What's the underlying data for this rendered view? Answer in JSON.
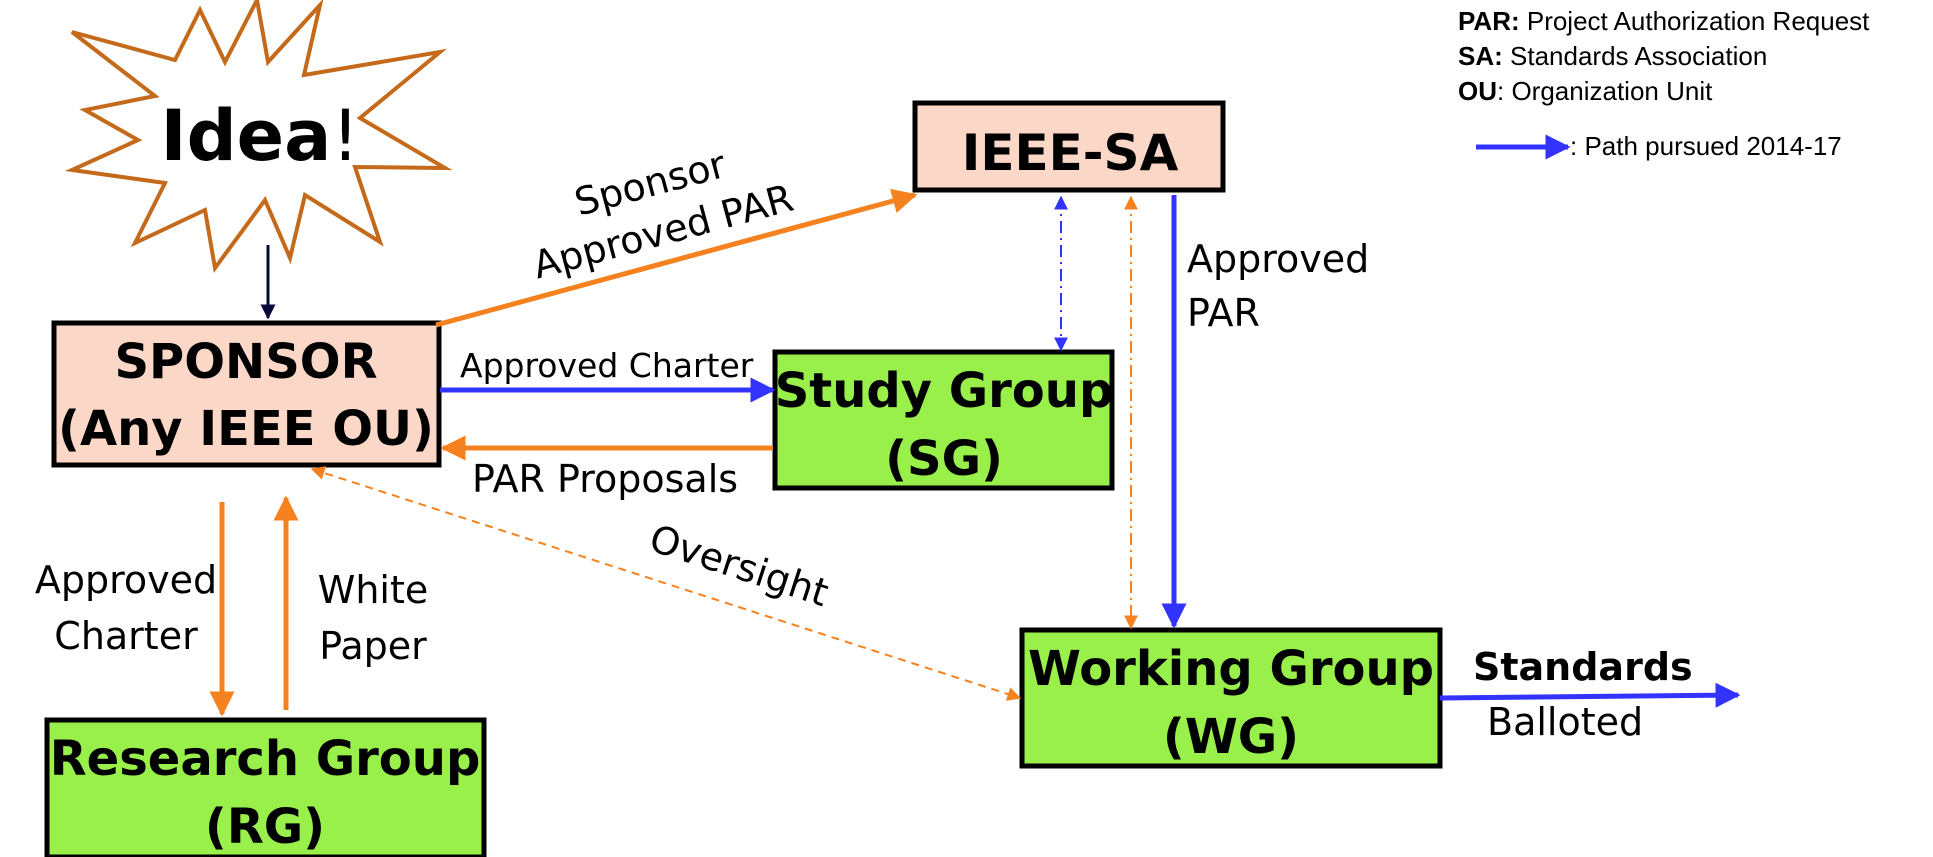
{
  "colors": {
    "orange": "#f5821f",
    "blue": "#3333ff",
    "navy": "#0a0a3a",
    "star_stroke": "#c46a1a",
    "pink": "#fbd7c7",
    "green": "#99f04a"
  },
  "idea": {
    "word": "Idea",
    "bang": "!"
  },
  "nodes": {
    "ieee_sa": "IEEE-SA",
    "sponsor": {
      "line1": "SPONSOR",
      "line2": "(Any IEEE OU)"
    },
    "study_group": {
      "line1": "Study Group",
      "line2": "(SG)"
    },
    "research_group": {
      "line1": "Research Group",
      "line2": "(RG)"
    },
    "working_group": {
      "line1": "Working Group",
      "line2": "(WG)"
    }
  },
  "edges": {
    "sponsor_approved_par": {
      "line1": "Sponsor",
      "line2": "Approved PAR"
    },
    "approved_charter_sg": "Approved Charter",
    "par_proposals": "PAR Proposals",
    "approved_par_wg": {
      "line1": "Approved",
      "line2": "PAR"
    },
    "oversight": "Oversight",
    "approved_charter_rg": {
      "line1": "Approved",
      "line2": "Charter"
    },
    "white_paper": {
      "line1": "White",
      "line2": "Paper"
    },
    "standards": {
      "line1": "Standards",
      "line2": "Balloted"
    }
  },
  "legend": {
    "par": {
      "abbr": "PAR:",
      "text": " Project Authorization Request"
    },
    "sa": {
      "abbr": "SA:",
      "text": " Standards Association"
    },
    "ou": {
      "abbr": "OU",
      "text": ": Organization Unit"
    },
    "path": ": Path pursued 2014-17"
  }
}
